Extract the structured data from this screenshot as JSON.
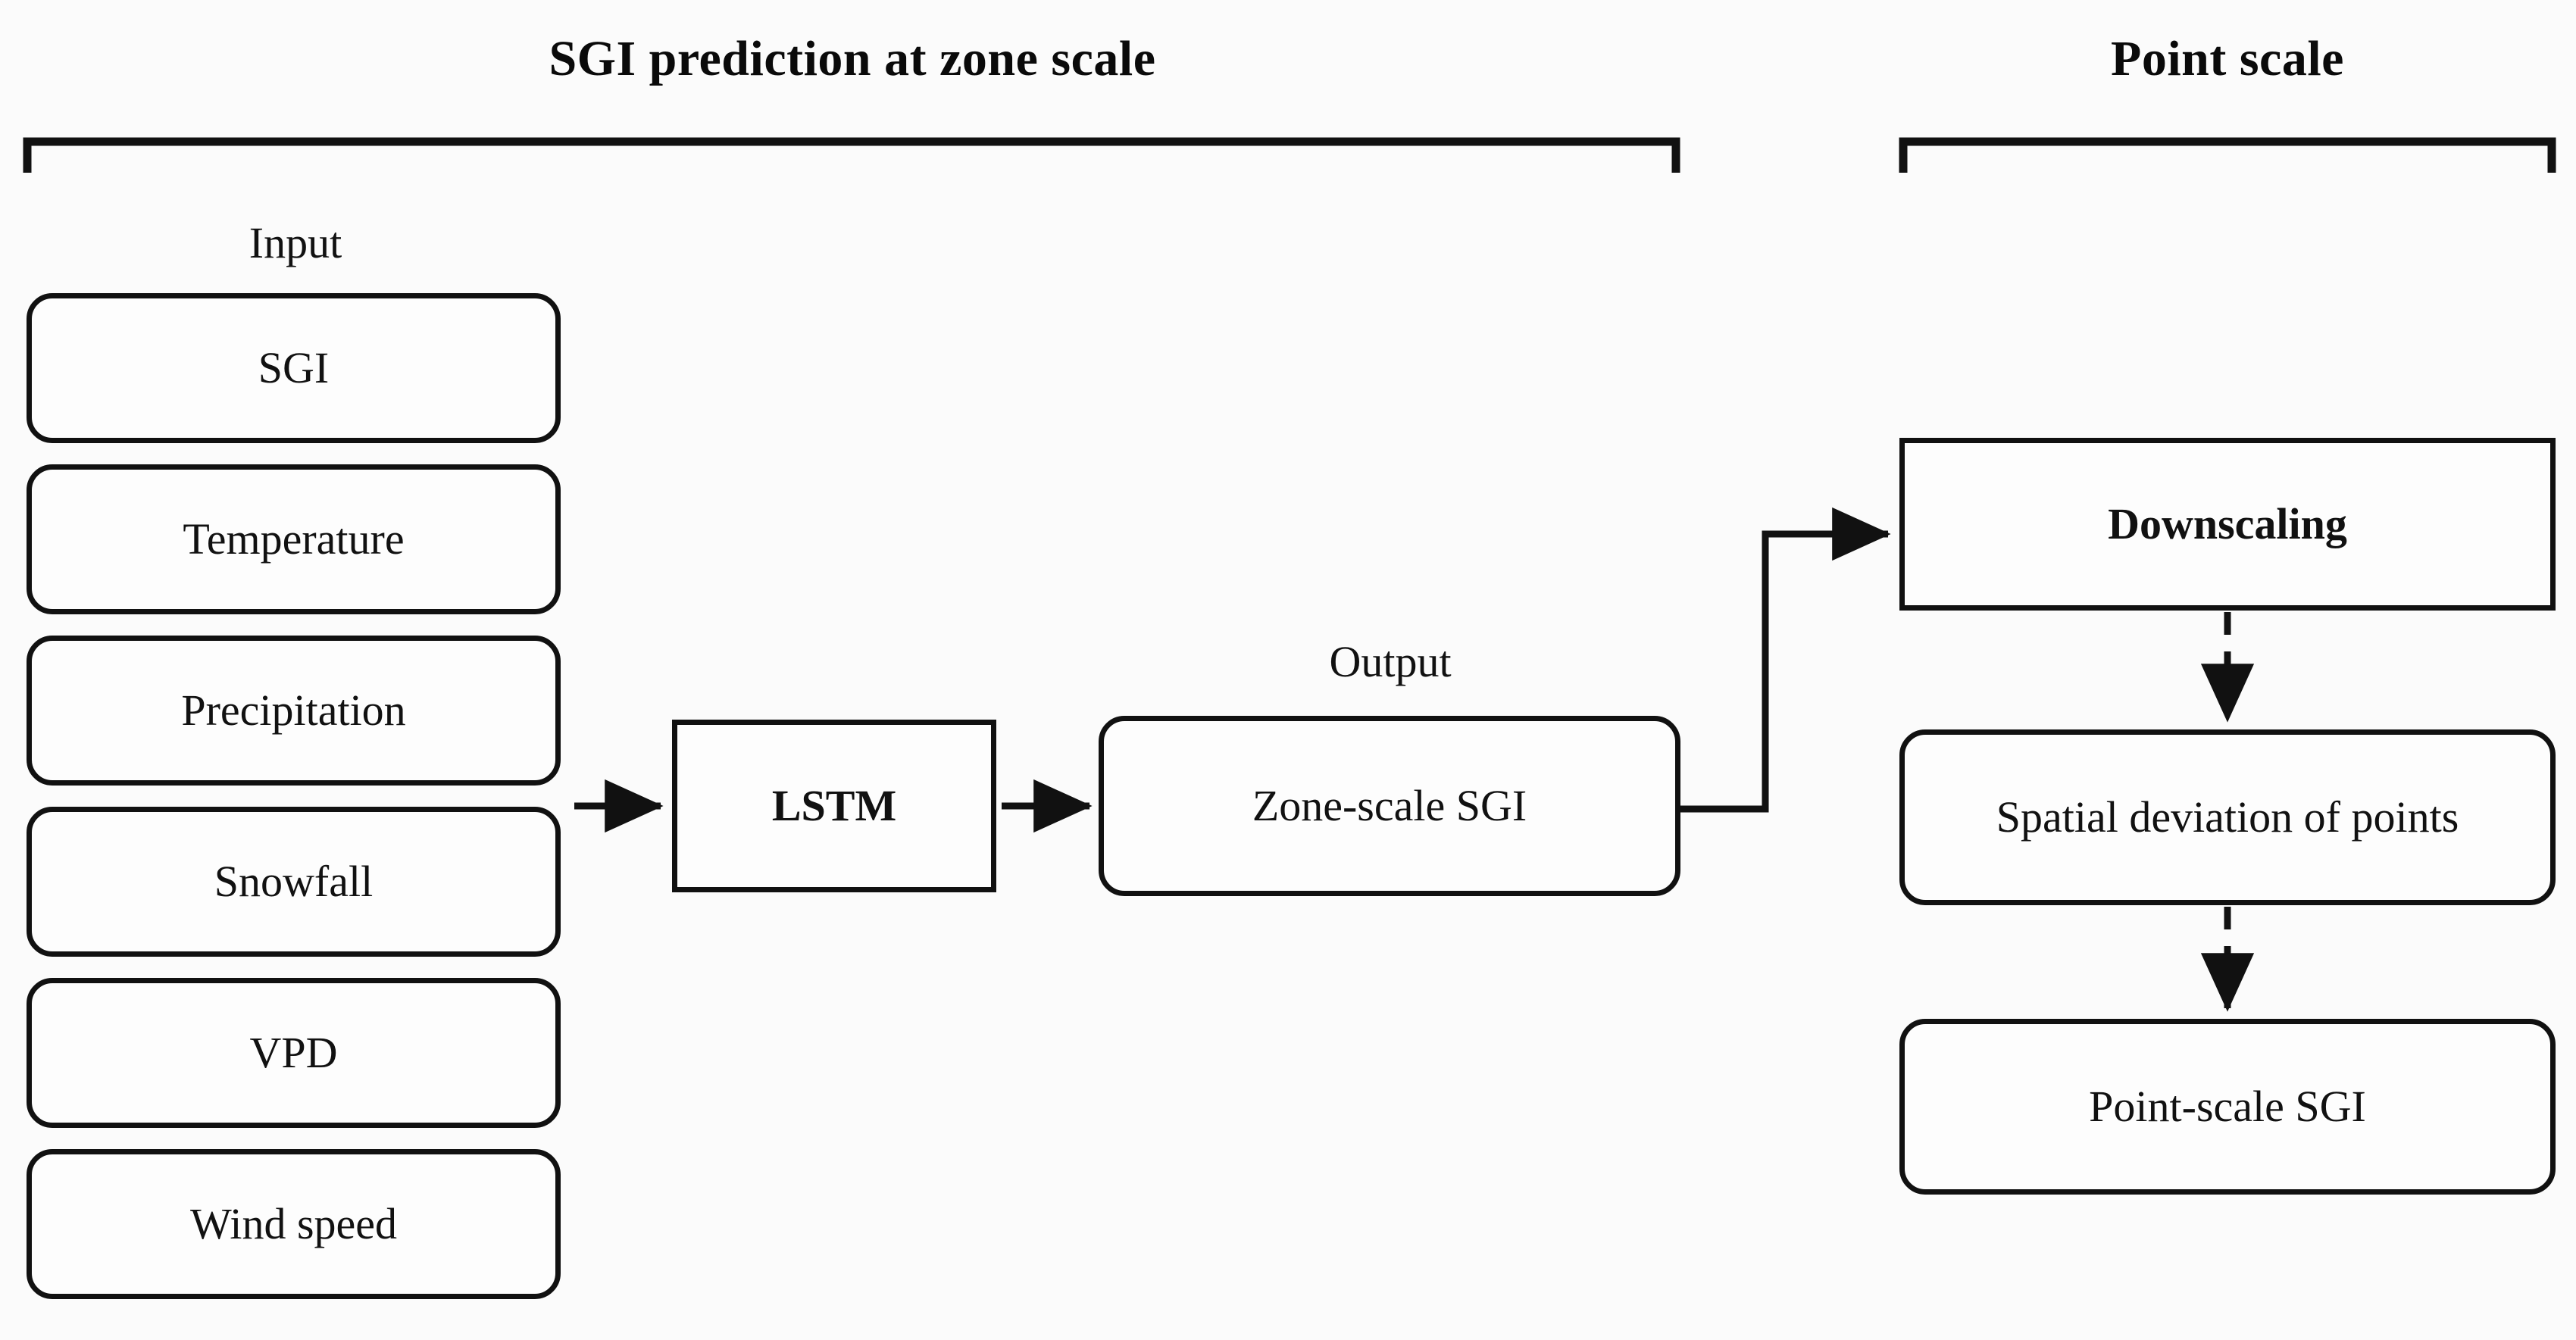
{
  "figure": {
    "type": "flowchart",
    "background_color": "#fbfbfb",
    "line_color": "#111111"
  },
  "headers": {
    "zone": "SGI prediction at zone scale",
    "point": "Point scale"
  },
  "labels": {
    "input": "Input",
    "output": "Output"
  },
  "inputs": [
    {
      "label": "SGI"
    },
    {
      "label": "Temperature"
    },
    {
      "label": "Precipitation"
    },
    {
      "label": "Snowfall"
    },
    {
      "label": "VPD"
    },
    {
      "label": "Wind speed"
    }
  ],
  "model": {
    "lstm": "LSTM",
    "zone_output": "Zone-scale SGI"
  },
  "point_scale": [
    {
      "label": "Downscaling"
    },
    {
      "label": "Spatial deviation of points"
    },
    {
      "label": "Point-scale SGI"
    }
  ],
  "connectors": [
    {
      "from": "inputs",
      "to": "LSTM",
      "style": "solid-arrow"
    },
    {
      "from": "LSTM",
      "to": "Zone-scale SGI",
      "style": "solid-arrow"
    },
    {
      "from": "Zone-scale SGI",
      "to": "Downscaling",
      "style": "solid-elbow-arrow"
    },
    {
      "from": "Downscaling",
      "to": "Spatial deviation of points",
      "style": "dashed-arrow"
    },
    {
      "from": "Spatial deviation of points",
      "to": "Point-scale SGI",
      "style": "dashed-arrow"
    }
  ]
}
